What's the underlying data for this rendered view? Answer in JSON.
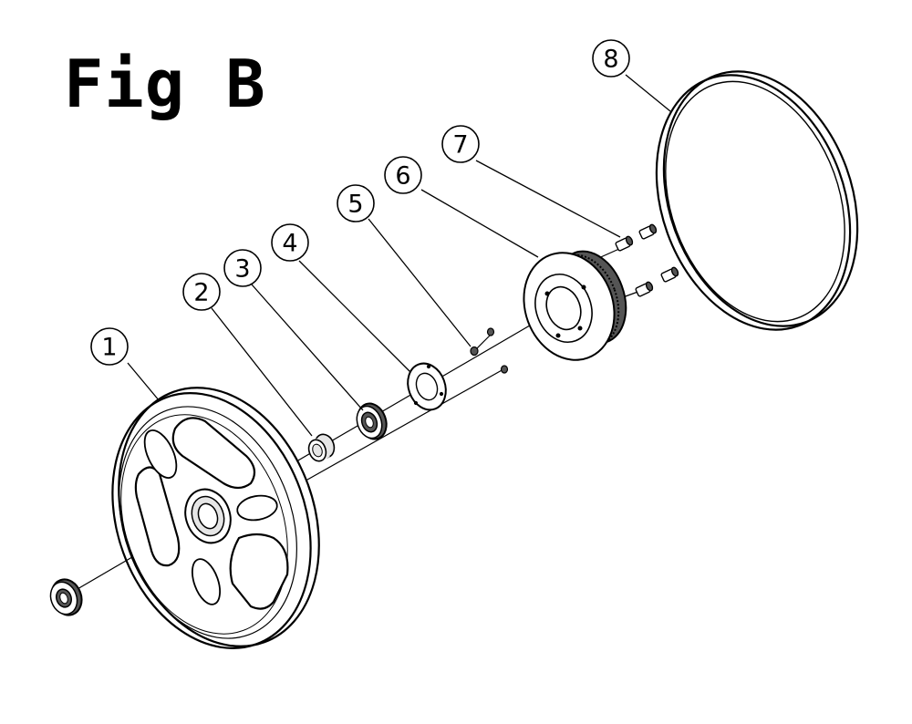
{
  "figure": {
    "title": "Fig B",
    "colors": {
      "ink": "#000000",
      "paper": "#ffffff",
      "shade": "#e6e6e6",
      "dark_shade": "#555555"
    }
  },
  "callouts": [
    {
      "id": "1",
      "label": "1"
    },
    {
      "id": "2",
      "label": "2"
    },
    {
      "id": "3",
      "label": "3"
    },
    {
      "id": "4",
      "label": "4"
    },
    {
      "id": "5",
      "label": "5"
    },
    {
      "id": "6",
      "label": "6"
    },
    {
      "id": "7",
      "label": "7"
    },
    {
      "id": "8",
      "label": "8"
    }
  ]
}
